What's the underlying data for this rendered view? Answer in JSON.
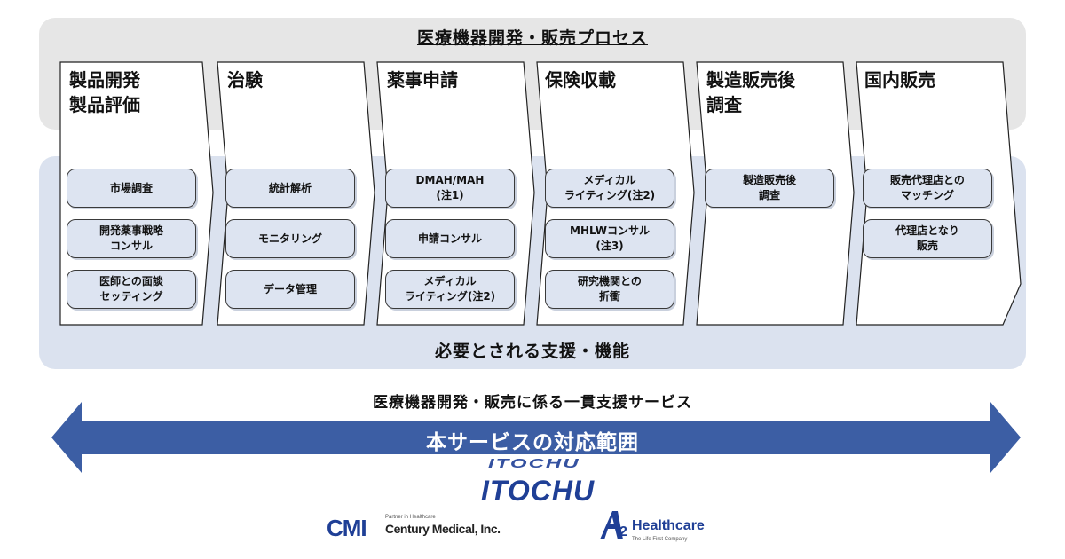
{
  "process_title": "医療機器開発・販売プロセス",
  "stages": [
    {
      "title": "製品開発\n製品評価",
      "items": [
        "市場調査",
        "開発薬事戦略\nコンサル",
        "医師との面談\nセッティング"
      ]
    },
    {
      "title": "治験",
      "items": [
        "統計解析",
        "モニタリング",
        "データ管理"
      ]
    },
    {
      "title": "薬事申請",
      "items": [
        "DMAH/MAH\n(注1)",
        "申請コンサル",
        "メディカル\nライティング(注2)"
      ]
    },
    {
      "title": "保険収載",
      "items": [
        "メディカル\nライティング(注2)",
        "MHLWコンサル\n(注3)",
        "研究機関との\n折衝"
      ]
    },
    {
      "title": "製造販売後\n調査",
      "items": [
        "製造販売後\n調査"
      ]
    },
    {
      "title": "国内販売",
      "items": [
        "販売代理店との\nマッチング",
        "代理店となり\n販売"
      ]
    }
  ],
  "support_title": "必要とされる支援・機能",
  "service_label": "医療機器開発・販売に係る一貫支援サービス",
  "arrow_label": "本サービスの対応範囲",
  "colors": {
    "arrow": "#3c5ea4",
    "top_band": "#e6e6e6",
    "bottom_band": "#dbe2ef",
    "pill": "#dde4f1",
    "logo": "#1f3f96"
  },
  "logos": {
    "itochu": {
      "top": "ITOCHU",
      "main": "ITOCHU"
    },
    "cmi": {
      "mark": "CMI",
      "tagline": "Partner in Healthcare",
      "name": "Century Medical, Inc."
    },
    "a2": {
      "name": "Healthcare",
      "tagline": "The Life First Company"
    }
  }
}
